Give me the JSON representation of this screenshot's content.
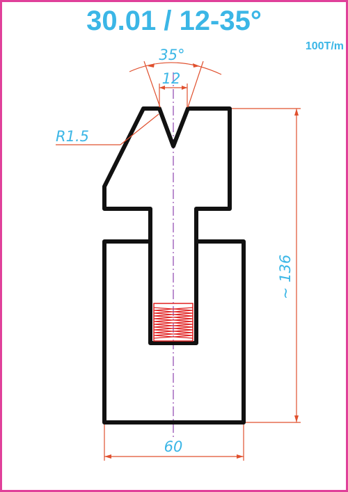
{
  "drawing": {
    "title": "30.01 / 12-35°",
    "capacity": "100T/m",
    "dimensions": {
      "angle": "35°",
      "opening": "12",
      "radius": "R1.5",
      "height": "~ 136",
      "width": "60"
    },
    "colors": {
      "frame": "#e0409a",
      "title": "#3bb6e6",
      "outline": "#111111",
      "dimension": "#e0502e",
      "label": "#3bb6e6",
      "centerline": "#8e44ad",
      "spring": "#e02020"
    }
  }
}
